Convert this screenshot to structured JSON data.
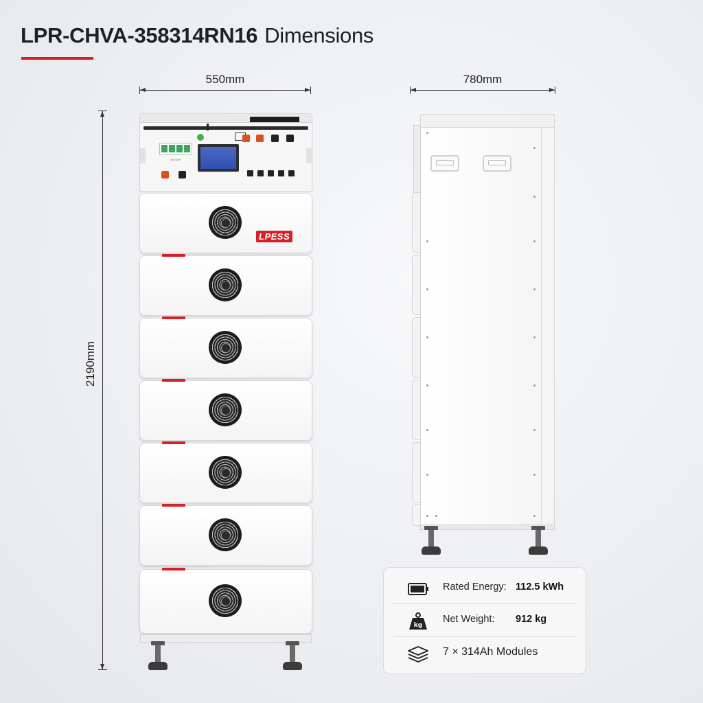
{
  "title": {
    "model": "LPR-CHVA-358314RN16",
    "suffix": "Dimensions"
  },
  "dimensions": {
    "front_width": "550mm",
    "side_depth": "780mm",
    "height": "2190mm"
  },
  "product": {
    "brand_logo": "LPESS",
    "module_count": 7,
    "icons": [
      "fan-icon"
    ]
  },
  "specs": [
    {
      "icon": "battery-icon",
      "label": "Rated Energy:",
      "value": "112.5 kWh"
    },
    {
      "icon": "weight-icon",
      "label": "Net Weight:",
      "value": "912 kg"
    },
    {
      "icon": "layers-icon",
      "label": "7 × 314Ah Modules",
      "value": ""
    }
  ],
  "colors": {
    "accent": "#d71f26",
    "text": "#1f2023",
    "port_orange": "#d9521e",
    "led_green": "#43b04a",
    "screen_blue": "#3a58b8"
  }
}
